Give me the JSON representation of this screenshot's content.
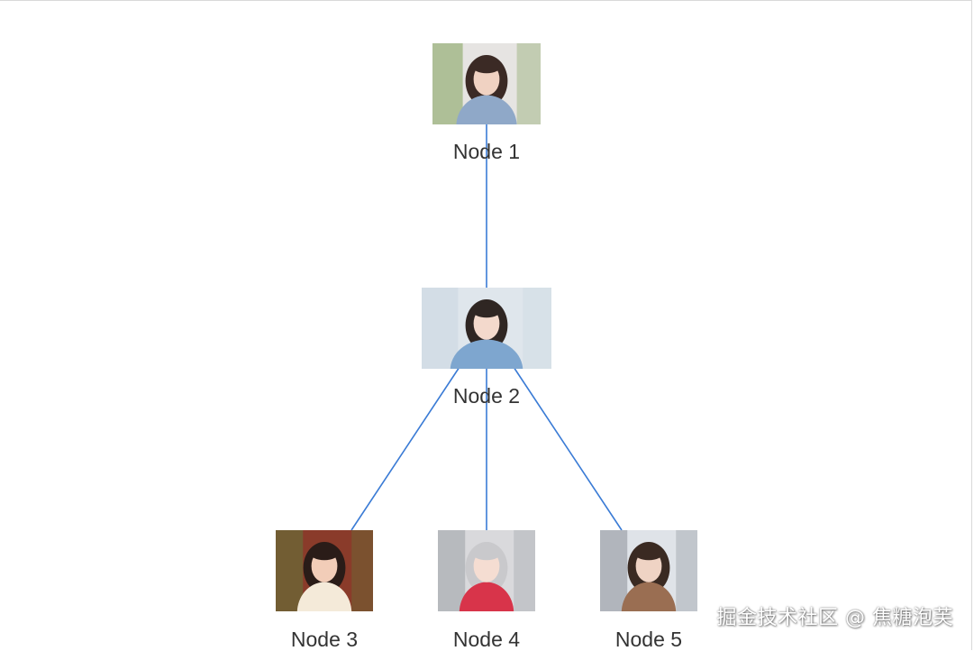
{
  "graph": {
    "nodes": [
      {
        "id": "n1",
        "label": "Node 1",
        "photo": {
          "bg": "#e6e4e2",
          "accent": "#8fa8c8",
          "hair": "#3b2a25",
          "skin": "#f0d2c2",
          "plant": "#7fa05a"
        }
      },
      {
        "id": "n2",
        "label": "Node 2",
        "photo": {
          "bg": "#dfe6ec",
          "accent": "#7ea6cf",
          "hair": "#2f2623",
          "skin": "#f3d9cc",
          "plant": "#c9d6e2"
        }
      },
      {
        "id": "n3",
        "label": "Node 3",
        "photo": {
          "bg": "#8a3b2a",
          "accent": "#f4ead9",
          "hair": "#2a1c18",
          "skin": "#f2cdb8",
          "plant": "#5e7a3a"
        }
      },
      {
        "id": "n4",
        "label": "Node 4",
        "photo": {
          "bg": "#d9d9dc",
          "accent": "#d8344a",
          "hair": "#c9c9cc",
          "skin": "#f5ddd2",
          "plant": "#9aa0a6"
        }
      },
      {
        "id": "n5",
        "label": "Node 5",
        "photo": {
          "bg": "#dfe3e8",
          "accent": "#9a6e52",
          "hair": "#3a2a22",
          "skin": "#efd3c4",
          "plant": "#8a8f98"
        }
      }
    ],
    "edges": [
      {
        "from": "n1",
        "to": "n2"
      },
      {
        "from": "n2",
        "to": "n3"
      },
      {
        "from": "n2",
        "to": "n4"
      },
      {
        "from": "n2",
        "to": "n5"
      }
    ],
    "edge_color": "#3a7bd5"
  },
  "watermark": "掘金技术社区 @ 焦糖泡芙"
}
